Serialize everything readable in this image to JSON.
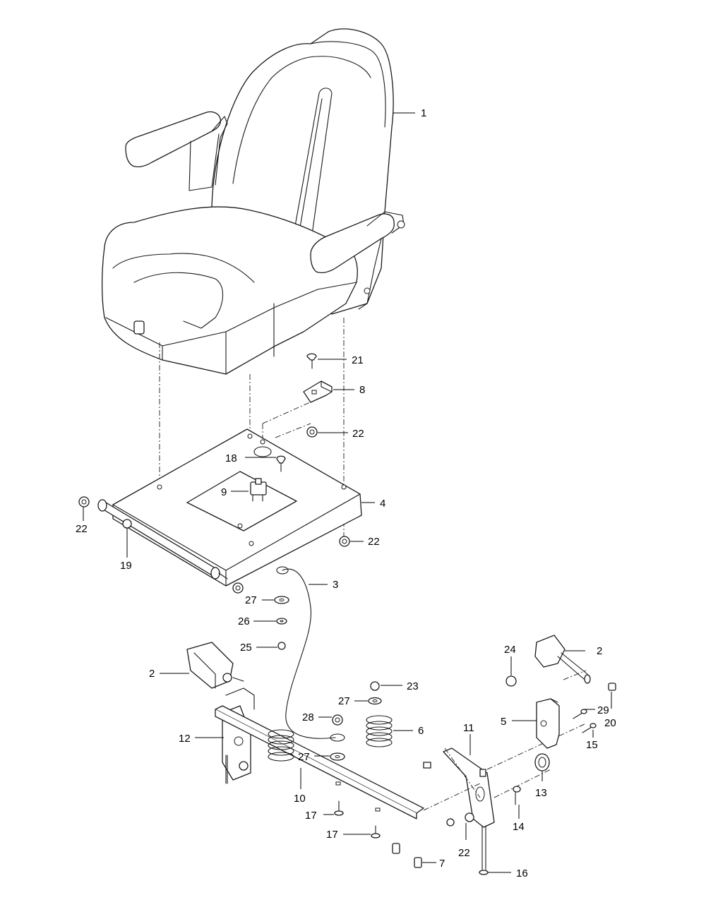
{
  "diagram": {
    "callouts": [
      {
        "id": "c1",
        "label": "1"
      },
      {
        "id": "c21",
        "label": "21"
      },
      {
        "id": "c8",
        "label": "8"
      },
      {
        "id": "c22a",
        "label": "22"
      },
      {
        "id": "c18",
        "label": "18"
      },
      {
        "id": "c9",
        "label": "9"
      },
      {
        "id": "c4",
        "label": "4"
      },
      {
        "id": "c22b",
        "label": "22"
      },
      {
        "id": "c22c",
        "label": "22"
      },
      {
        "id": "c19",
        "label": "19"
      },
      {
        "id": "c3",
        "label": "3"
      },
      {
        "id": "c27a",
        "label": "27"
      },
      {
        "id": "c26",
        "label": "26"
      },
      {
        "id": "c25",
        "label": "25"
      },
      {
        "id": "c2a",
        "label": "2"
      },
      {
        "id": "c2b",
        "label": "2"
      },
      {
        "id": "c24",
        "label": "24"
      },
      {
        "id": "c20",
        "label": "20"
      },
      {
        "id": "c23",
        "label": "23"
      },
      {
        "id": "c27b",
        "label": "27"
      },
      {
        "id": "c6",
        "label": "6"
      },
      {
        "id": "c28",
        "label": "28"
      },
      {
        "id": "c12",
        "label": "12"
      },
      {
        "id": "c27c",
        "label": "27"
      },
      {
        "id": "c11",
        "label": "11"
      },
      {
        "id": "c5",
        "label": "5"
      },
      {
        "id": "c29",
        "label": "29"
      },
      {
        "id": "c15",
        "label": "15"
      },
      {
        "id": "c13",
        "label": "13"
      },
      {
        "id": "c10",
        "label": "10"
      },
      {
        "id": "c17a",
        "label": "17"
      },
      {
        "id": "c17b",
        "label": "17"
      },
      {
        "id": "c14",
        "label": "14"
      },
      {
        "id": "c22d",
        "label": "22"
      },
      {
        "id": "c7",
        "label": "7"
      },
      {
        "id": "c16",
        "label": "16"
      }
    ]
  }
}
